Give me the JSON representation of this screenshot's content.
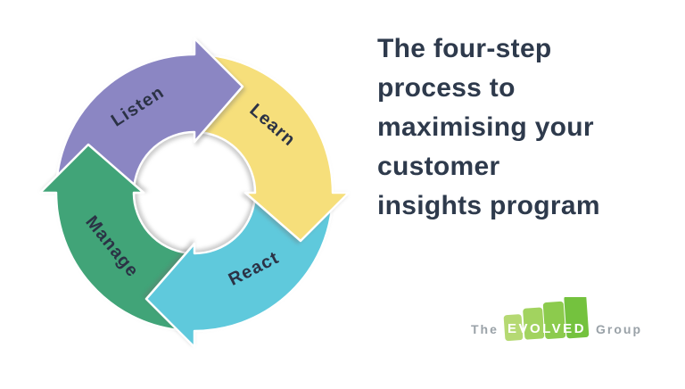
{
  "page": {
    "background": "#FFFFFF"
  },
  "title": {
    "text": "The four-step process to maximising your customer insights program",
    "lines": [
      "The four-step",
      "process to",
      "maximising your",
      "customer",
      "insights program"
    ],
    "color": "#2E3A4C"
  },
  "diagram": {
    "type": "cycle",
    "direction": "clockwise",
    "sequence": [
      "Listen",
      "Learn",
      "React",
      "Manage"
    ],
    "label_color": "#2B3245",
    "steps": [
      {
        "label": "Listen",
        "color": "#8B86C3"
      },
      {
        "label": "Learn",
        "color": "#F6DF7B"
      },
      {
        "label": "React",
        "color": "#5FC9DC"
      },
      {
        "label": "Manage",
        "color": "#41A478"
      }
    ]
  },
  "logo": {
    "prefix": "The",
    "brand": "EVOLVED",
    "suffix": "Group",
    "text_color": "#9AA2A8",
    "brand_text_color": "#FFFFFF",
    "panel_colors": [
      "#B5D973",
      "#A2D35F",
      "#8CCB4D",
      "#74C23E"
    ]
  }
}
